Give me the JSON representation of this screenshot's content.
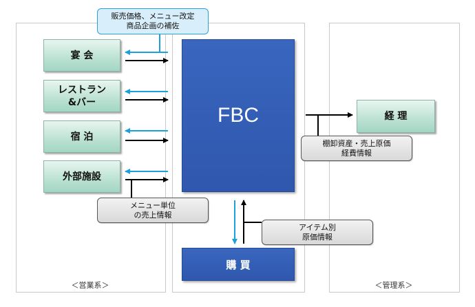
{
  "areas": {
    "sales_caption": "＜営業系＞",
    "admin_caption": "＜管理系＞"
  },
  "departments": [
    {
      "line1": "宴 会",
      "line2": ""
    },
    {
      "line1": "レストラン",
      "line2": "&バー"
    },
    {
      "line1": "宿 泊",
      "line2": ""
    },
    {
      "line1": "外部施設",
      "line2": ""
    }
  ],
  "center_label": "FBC",
  "purchasing_label": "購 買",
  "accounting_label": "経 理",
  "notes": {
    "top": {
      "line1": "販売価格、メニュー改定",
      "line2": "商品企画の補佐"
    },
    "menu_sales": {
      "line1": "メニュー単位",
      "line2": "の売上情報"
    },
    "item_cost": {
      "line1": "アイテム別",
      "line2": "原価情報"
    },
    "inventory": {
      "line1": "棚卸資産・売上原価",
      "line2": "経費情報"
    }
  },
  "colors": {
    "blue_arrow": "#1aa0dc",
    "black_arrow": "#000000"
  }
}
